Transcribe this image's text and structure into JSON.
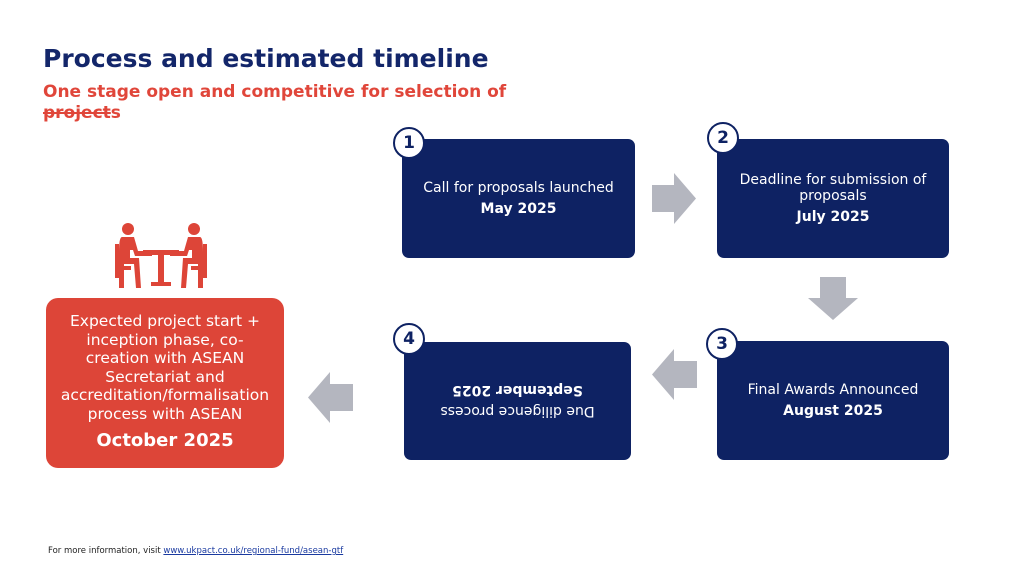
{
  "header": {
    "title": "Process and estimated timeline",
    "subtitle_main": "One stage open and competitive for selection of ",
    "subtitle_struck": "project",
    "subtitle_end": "s"
  },
  "steps": [
    {
      "number": "1",
      "text": "Call for proposals launched",
      "date": "May 2025"
    },
    {
      "number": "2",
      "text": "Deadline for submission of proposals",
      "date": "July 2025"
    },
    {
      "number": "3",
      "text": "Final Awards Announced",
      "date": "August 2025"
    },
    {
      "number": "4",
      "text": "Due diligence process",
      "date": "September 2025"
    }
  ],
  "final": {
    "text": "Expected project start + inception phase, co-creation with ASEAN Secretariat and accreditation/formalisation process with ASEAN",
    "date": "October 2025"
  },
  "footer": {
    "prefix": "For more information, visit ",
    "link": "www.ukpact.co.uk/regional-fund/asean-gtf"
  },
  "colors": {
    "navy": "#0e2263",
    "red": "#dd4538",
    "arrow": "#b4b6bf",
    "title": "#13266a"
  },
  "icons": {
    "meeting": "meeting-icon"
  }
}
